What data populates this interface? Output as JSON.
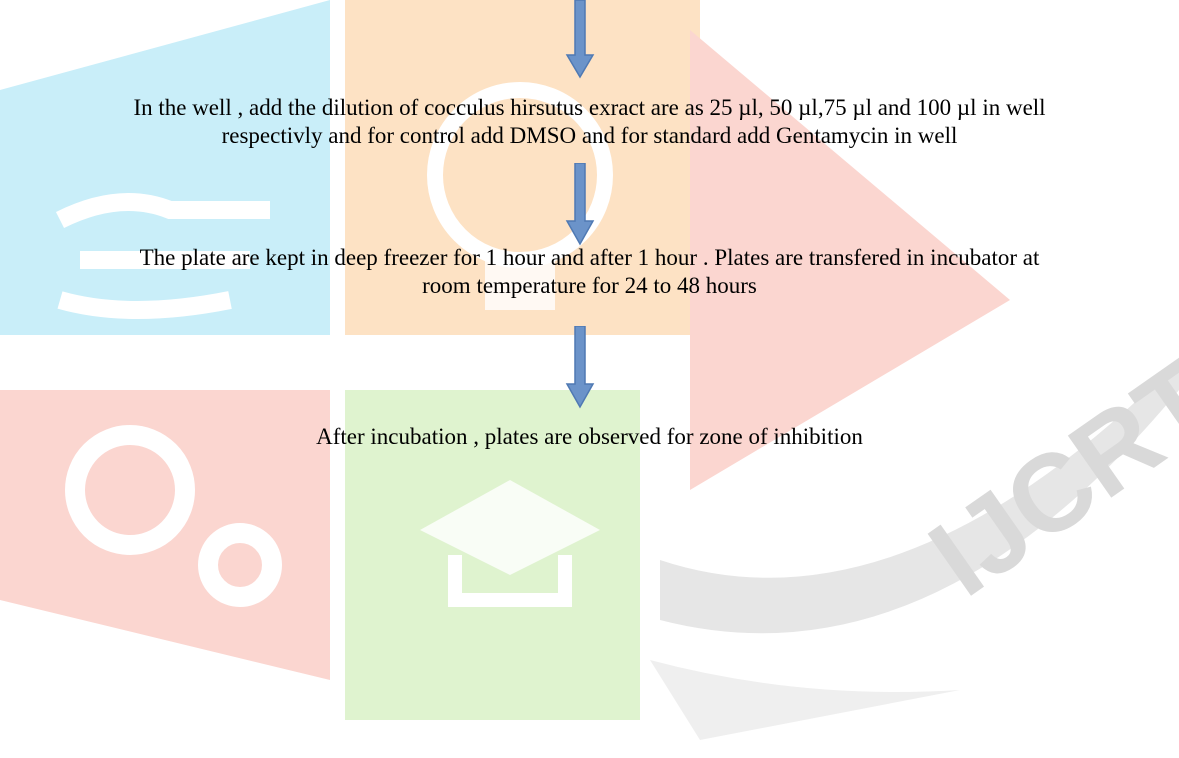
{
  "flow": {
    "steps": [
      {
        "lines": [
          "In the well , add the dilution of cocculus hirsutus exract are as 25 µl, 50 µl,75 µl  and 100 µl  in well",
          "respectivly and for control add DMSO  and for standard add Gentamycin in well"
        ]
      },
      {
        "lines": [
          "The plate are kept in deep freezer for 1 hour and after 1 hour . Plates are transfered in incubator at",
          "room temperature for 24 to 48 hours"
        ]
      },
      {
        "lines": [
          "After incubation , plates are observed for zone of inhibition"
        ]
      }
    ],
    "arrow_color": "#6b93c9",
    "arrow_stroke": "#4f79b3"
  },
  "watermark": {
    "logo_text": "IJCRT",
    "colors": {
      "cyan": "#c9eef9",
      "orange": "#fde2c4",
      "red": "#fbd6d0",
      "green": "#dff3cf",
      "gray": "#e6e6e6",
      "white": "#ffffff"
    }
  }
}
